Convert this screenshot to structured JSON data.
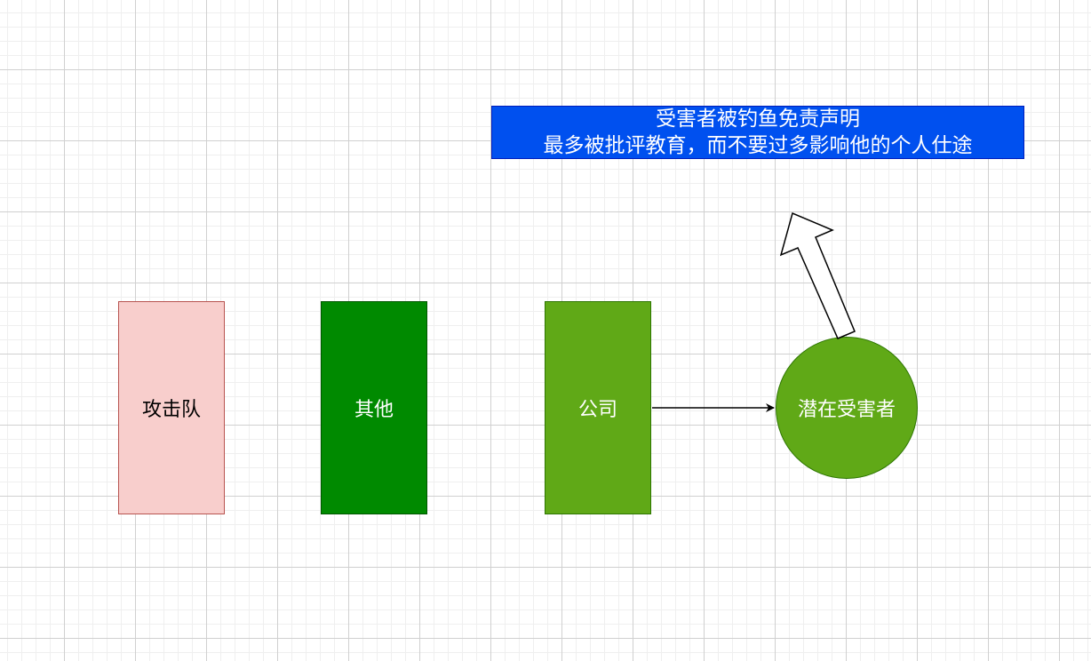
{
  "nodes": {
    "attack_team": "攻击队",
    "other": "其他",
    "company": "公司",
    "potential_victim": "潜在受害者",
    "disclaimer_title": "受害者被钓鱼免责声明",
    "disclaimer_body": "最多被批评教育，而不要过多影响他的个人仕途"
  }
}
